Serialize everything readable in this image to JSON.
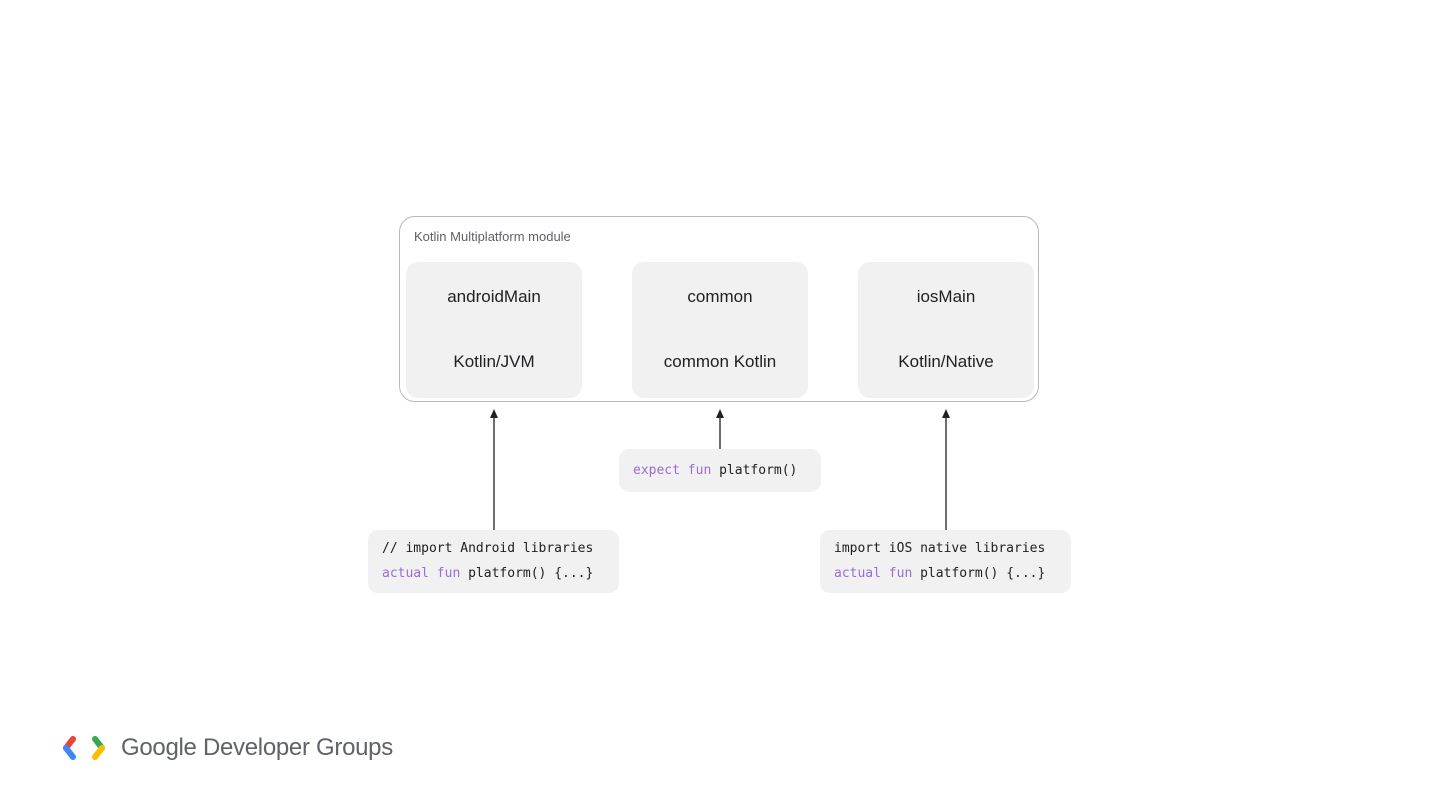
{
  "module": {
    "title": "Kotlin Multiplatform module",
    "source_sets": [
      {
        "name": "androidMain",
        "target": "Kotlin/JVM"
      },
      {
        "name": "common",
        "target": "common Kotlin"
      },
      {
        "name": "iosMain",
        "target": "Kotlin/Native"
      }
    ]
  },
  "code": {
    "android": {
      "line1": "// import Android libraries",
      "keyword1": "actual",
      "keyword2": "fun",
      "rest": "platform() {...}"
    },
    "common": {
      "keyword1": "expect",
      "keyword2": "fun",
      "rest": "platform()"
    },
    "ios": {
      "line1": "import iOS native libraries",
      "keyword1": "actual",
      "keyword2": "fun",
      "rest": "platform() {...}"
    }
  },
  "brand": {
    "text": "Google Developer Groups",
    "colors": {
      "red": "#ea4335",
      "blue": "#4285f4",
      "green": "#34a853",
      "yellow": "#fbbc04"
    }
  },
  "colors": {
    "keyword": "#9c6bd8",
    "box_fill": "#f1f1f1",
    "frame_border": "#b9b9b9"
  }
}
